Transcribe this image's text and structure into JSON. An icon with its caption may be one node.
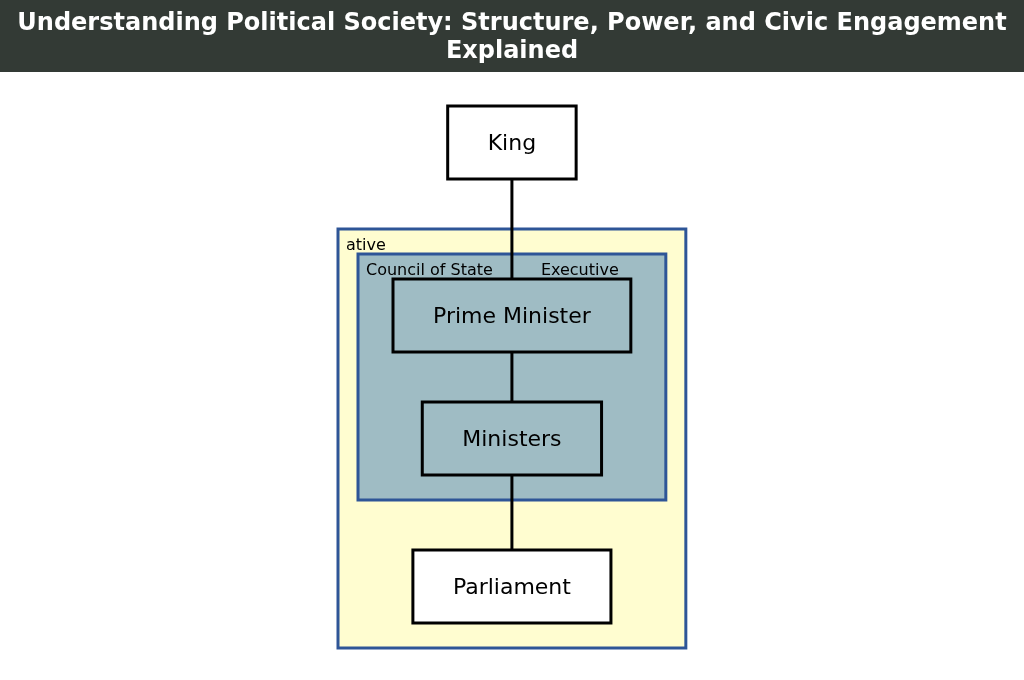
{
  "diagram": {
    "title": "Understanding Political Society: Structure, Power, and Civic Engagement Explained",
    "nodes": [
      {
        "text": [
          "King"
        ]
      },
      {
        "text": [
          "ative"
        ]
      },
      {
        "text": [
          "Council of State",
          "Executive"
        ],
        "in": 1
      },
      {
        "text": [
          "Prime Minister"
        ],
        "in": 2
      },
      {
        "text": [
          "Ministers"
        ],
        "in": 2
      },
      {
        "text": [
          "Parliament"
        ],
        "in": 1
      }
    ],
    "edges": [
      {
        "from": 0,
        "to": 3,
        "arrow": "none"
      },
      {
        "from": 3,
        "to": 4,
        "arrow": "none"
      },
      {
        "from": 4,
        "to": 5,
        "arrow": "none"
      }
    ]
  }
}
